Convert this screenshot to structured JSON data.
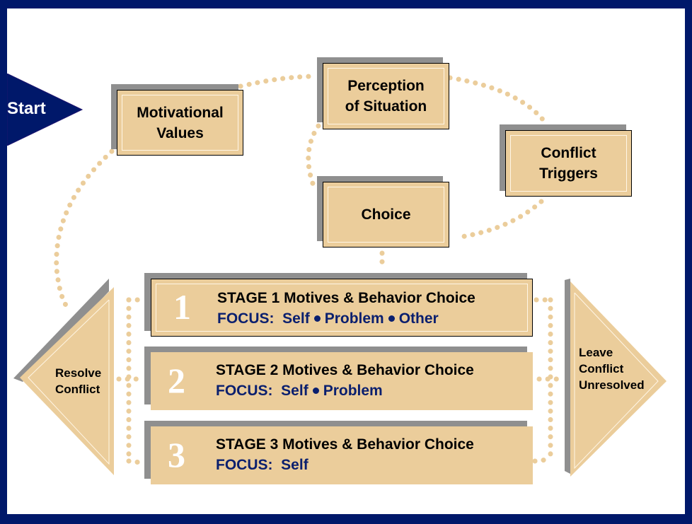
{
  "colors": {
    "frame": "#00186a",
    "box_fill": "#ebcd9b",
    "shadow": "#8f8f8f",
    "dots": "#ebcd9b",
    "focus_text": "#0a1f6e"
  },
  "start": {
    "label": "Start"
  },
  "nodes": {
    "motivational_values": {
      "line1": "Motivational",
      "line2": "Values"
    },
    "perception": {
      "line1": "Perception",
      "line2": "of Situation"
    },
    "conflict_triggers": {
      "line1": "Conflict",
      "line2": "Triggers"
    },
    "choice": {
      "label": "Choice"
    }
  },
  "stages": [
    {
      "number": "1",
      "title": "STAGE 1 Motives & Behavior Choice",
      "focus_label": "FOCUS:",
      "focus_items": [
        "Self",
        "Problem",
        "Other"
      ]
    },
    {
      "number": "2",
      "title": "STAGE 2 Motives & Behavior Choice",
      "focus_label": "FOCUS:",
      "focus_items": [
        "Self",
        "Problem"
      ]
    },
    {
      "number": "3",
      "title": "STAGE 3 Motives & Behavior Choice",
      "focus_label": "FOCUS:",
      "focus_items": [
        "Self"
      ]
    }
  ],
  "outcomes": {
    "resolve": {
      "line1": "Resolve",
      "line2": "Conflict"
    },
    "leave": {
      "line1": "Leave",
      "line2": "Conflict",
      "line3": "Unresolved"
    }
  }
}
